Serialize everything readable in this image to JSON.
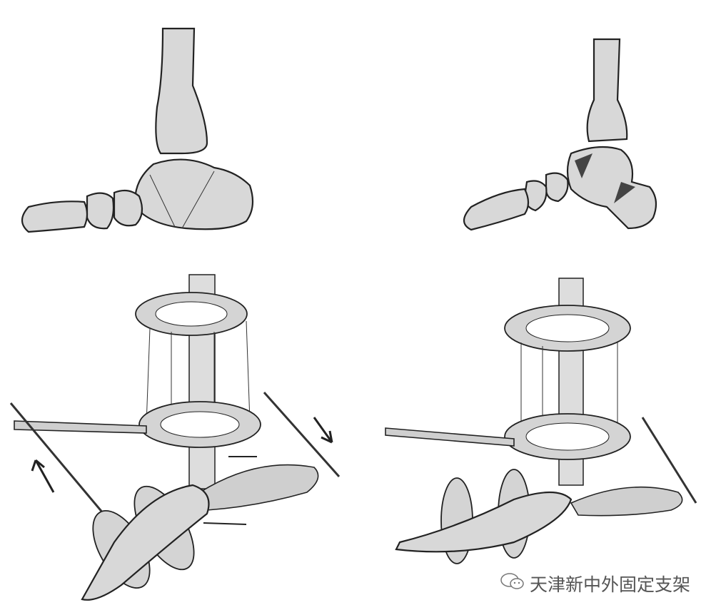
{
  "watermark": {
    "icon": "wechat-icon",
    "text": "天津新中外固定支架"
  },
  "panels": [
    "ankle-normal-lateral",
    "ankle-deformed-lateral",
    "frame-correction-left",
    "frame-correction-right"
  ]
}
